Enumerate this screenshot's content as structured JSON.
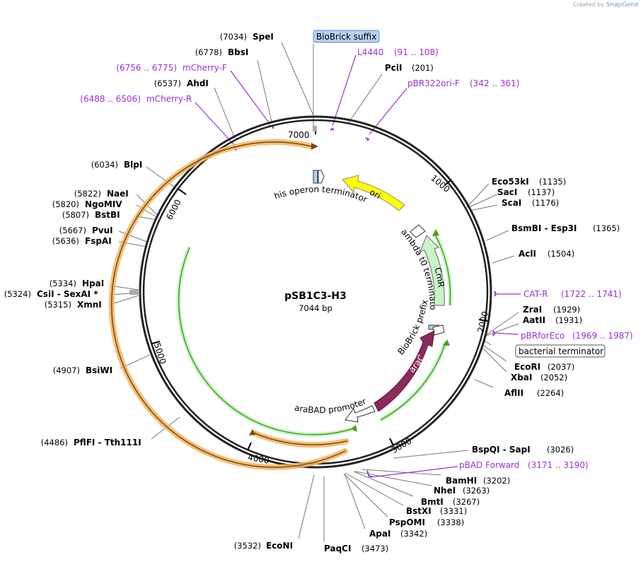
{
  "credit": {
    "prefix": "Created by",
    "logo": "SnapGene"
  },
  "plasmid": {
    "name": "pSB1C3-H3",
    "size_label": "7044 bp",
    "length": 7044
  },
  "colors": {
    "backbone": "#222222",
    "primer": "#9b30d9",
    "ori": "#ffff00",
    "CmR": "#c6f5c6",
    "araC": "#8b2a5d",
    "promoter": "#ffffff",
    "green_arc": "#4c9e1c",
    "orange_arc": "#f2b35c",
    "callout_bg": "#b4d2f3"
  },
  "ticks": [
    "1000",
    "2000",
    "3000",
    "4000",
    "5000",
    "6000",
    "7000"
  ],
  "enzymes": [
    {
      "name": "SpeI",
      "pos": "(7034)"
    },
    {
      "name": "BbsI",
      "pos": "(6778)"
    },
    {
      "name": "AhdI",
      "pos": "(6537)"
    },
    {
      "name": "BlpI",
      "pos": "(6034)"
    },
    {
      "name": "NaeI",
      "pos": "(5822)"
    },
    {
      "name": "NgoMIV",
      "pos": "(5820)"
    },
    {
      "name": "BstBI",
      "pos": "(5807)"
    },
    {
      "name": "PvuI",
      "pos": "(5667)"
    },
    {
      "name": "FspAI",
      "pos": "(5636)"
    },
    {
      "name": "HpaI",
      "pos": "(5334)"
    },
    {
      "name": "CsiI",
      "pos": "(5324)",
      "extra": " - SexAI *"
    },
    {
      "name": "XmnI",
      "pos": "(5315)"
    },
    {
      "name": "BsiWI",
      "pos": "(4907)"
    },
    {
      "name": "PflFI",
      "pos": "(4486)",
      "extra": " - Tth111I"
    },
    {
      "name": "EcoNI",
      "pos": "(3532)"
    },
    {
      "name": "PaqCI",
      "pos": "(3473)"
    },
    {
      "name": "ApaI",
      "pos": "(3342)"
    },
    {
      "name": "PspOMI",
      "pos": "(3338)"
    },
    {
      "name": "BstXI",
      "pos": "(3331)"
    },
    {
      "name": "BmtI",
      "pos": "(3267)"
    },
    {
      "name": "NheI",
      "pos": "(3263)"
    },
    {
      "name": "BamHI",
      "pos": "(3202)"
    },
    {
      "name": "BspQI",
      "pos": "(3026)",
      "extra": " - SapI"
    },
    {
      "name": "AflII",
      "pos": "(2264)"
    },
    {
      "name": "XbaI",
      "pos": "(2052)"
    },
    {
      "name": "EcoRI",
      "pos": "(2037)"
    },
    {
      "name": "AatII",
      "pos": "(1931)"
    },
    {
      "name": "ZraI",
      "pos": "(1929)"
    },
    {
      "name": "AclI",
      "pos": "(1504)"
    },
    {
      "name": "BsmBI",
      "pos": "(1365)",
      "extra": " - Esp3I"
    },
    {
      "name": "ScaI",
      "pos": "(1176)"
    },
    {
      "name": "SacI",
      "pos": "(1137)"
    },
    {
      "name": "Eco53kI",
      "pos": "(1135)"
    },
    {
      "name": "PciI",
      "pos": "(201)"
    }
  ],
  "primers": [
    {
      "name": "mCherry-F",
      "range": "(6756 .. 6775)"
    },
    {
      "name": "mCherry-R",
      "range": "(6488 .. 6506)"
    },
    {
      "name": "L4440",
      "range": "(91 .. 108)"
    },
    {
      "name": "pBR322ori-F",
      "range": "(342 .. 361)"
    },
    {
      "name": "CAT-R",
      "range": "(1722 .. 1741)"
    },
    {
      "name": "pBRforEco",
      "range": "(1969 .. 1987)"
    },
    {
      "name": "pBAD Forward",
      "range": "(3171 .. 3190)"
    }
  ],
  "callouts": {
    "biobrick_suffix": "BioBrick suffix",
    "bacterial_terminator": "bacterial terminator"
  },
  "features": {
    "ori": "ori",
    "CmR": "CmR",
    "araC": "araC",
    "his_operon_terminator": "his operon terminator",
    "lambda_t0_terminator": "lambda t0 terminator",
    "biobrick_prefix": "BioBrick prefix",
    "araBAD_promoter": "araBAD promoter"
  }
}
